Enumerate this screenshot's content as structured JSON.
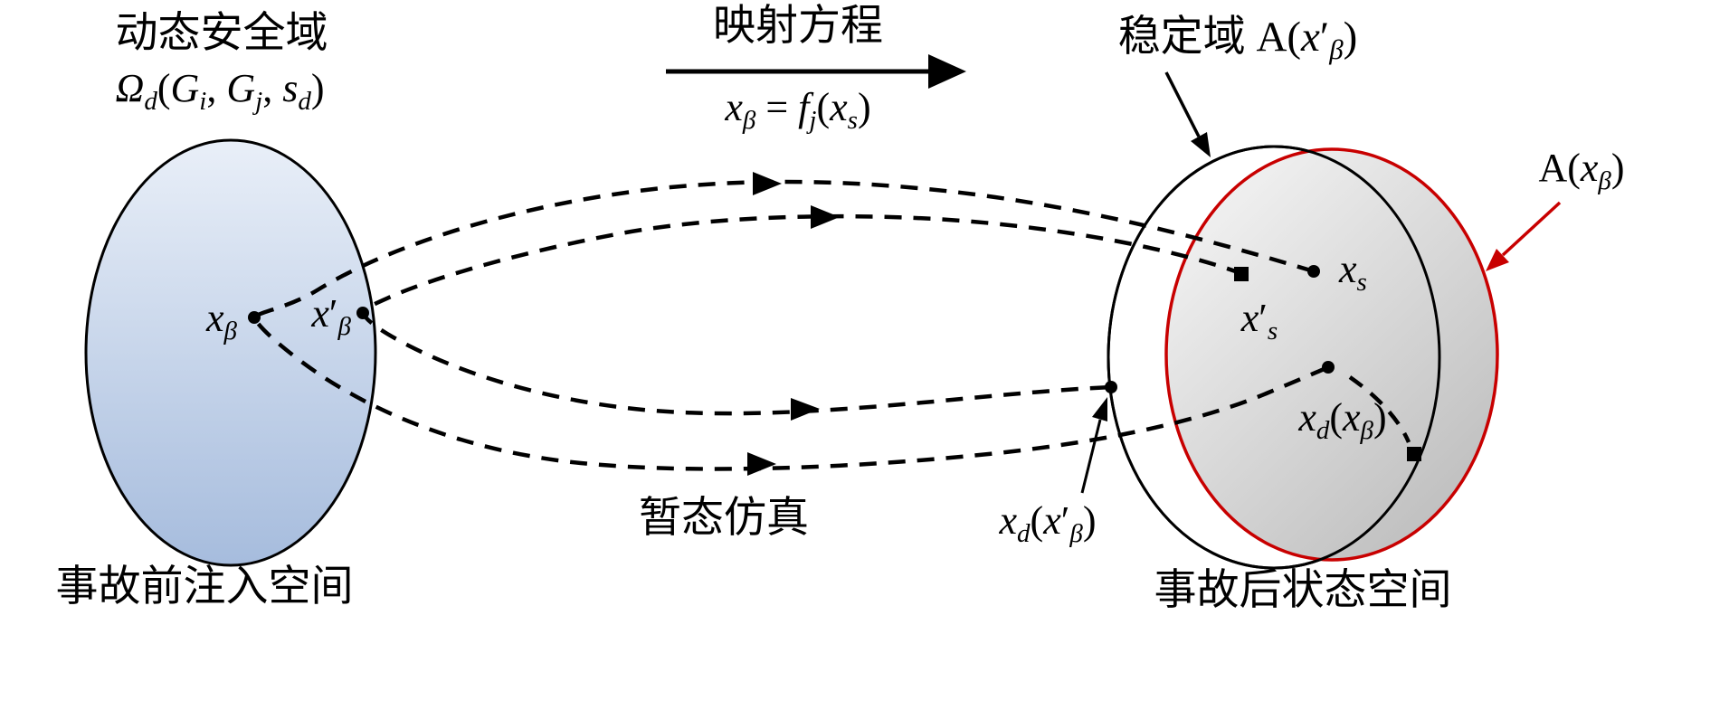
{
  "colors": {
    "red": "#c80000",
    "black": "#000000",
    "blue_top": "#e9eff8",
    "blue_bottom": "#a6bcdd",
    "gray_top": "#f9f9f9",
    "gray_bottom": "#bdbdbd"
  },
  "labels": {
    "left_title": "动态安全域",
    "mapping_equation": "映射方程",
    "transient_simulation": "暂态仿真",
    "pre_fault_space": "事故前注入空间",
    "post_fault_space": "事故后状态空间"
  },
  "math": {
    "omega": [
      {
        "t": "Ω"
      },
      {
        "t": "d",
        "sub": true
      },
      {
        "t": "(",
        "up": true
      },
      {
        "t": "G"
      },
      {
        "t": "i",
        "sub": true
      },
      {
        "t": ", ",
        "up": true
      },
      {
        "t": "G"
      },
      {
        "t": "j",
        "sub": true
      },
      {
        "t": ", ",
        "up": true
      },
      {
        "t": "s"
      },
      {
        "t": "d",
        "sub": true
      },
      {
        "t": ")",
        "up": true
      }
    ],
    "map_eq": [
      {
        "t": "x"
      },
      {
        "t": "β",
        "sub": true
      },
      {
        "t": " = ",
        "up": true
      },
      {
        "t": "f"
      },
      {
        "t": "j",
        "sub": true
      },
      {
        "t": "(",
        "up": true
      },
      {
        "t": "x"
      },
      {
        "t": "s",
        "sub": true
      },
      {
        "t": ")",
        "up": true
      }
    ],
    "stability": [
      {
        "t": "稳定域 ",
        "up": true
      },
      {
        "t": "A",
        "up": true
      },
      {
        "t": "(",
        "up": true
      },
      {
        "t": "x"
      },
      {
        "t": "′",
        "up": true
      },
      {
        "t": "β",
        "sub": true
      },
      {
        "t": ")",
        "up": true
      }
    ],
    "A_x_beta": [
      {
        "t": "A",
        "up": true
      },
      {
        "t": "(",
        "up": true
      },
      {
        "t": "x"
      },
      {
        "t": "β",
        "sub": true
      },
      {
        "t": ")",
        "up": true
      }
    ],
    "x_beta": [
      {
        "t": "x"
      },
      {
        "t": "β",
        "sub": true
      }
    ],
    "x_beta_prime": [
      {
        "t": "x"
      },
      {
        "t": "′",
        "up": true
      },
      {
        "t": "β",
        "sub": true
      }
    ],
    "x_s": [
      {
        "t": "x"
      },
      {
        "t": "s",
        "sub": true
      }
    ],
    "x_s_prime": [
      {
        "t": "x"
      },
      {
        "t": "′",
        "up": true
      },
      {
        "t": "s",
        "sub": true
      }
    ],
    "x_d_x_beta": [
      {
        "t": "x"
      },
      {
        "t": "d",
        "sub": true
      },
      {
        "t": "(",
        "up": true
      },
      {
        "t": "x"
      },
      {
        "t": "β",
        "sub": true
      },
      {
        "t": ")",
        "up": true
      }
    ],
    "x_d_x_beta_prime": [
      {
        "t": "x"
      },
      {
        "t": "d",
        "sub": true
      },
      {
        "t": "(",
        "up": true
      },
      {
        "t": "x"
      },
      {
        "t": "′",
        "up": true
      },
      {
        "t": "β",
        "sub": true
      },
      {
        "t": ")",
        "up": true
      }
    ]
  }
}
